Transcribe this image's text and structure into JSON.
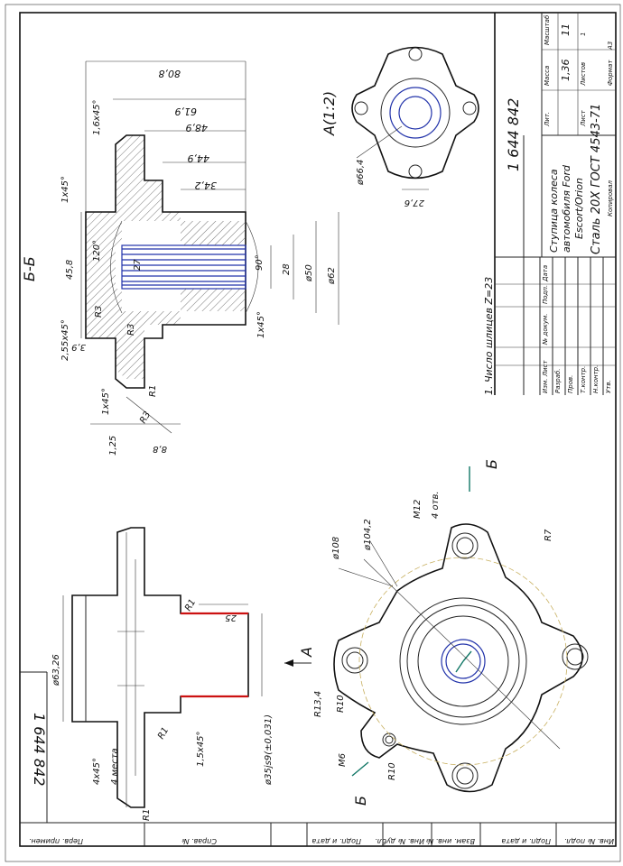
{
  "drawing_number": "1 644 842",
  "drawing_number_rotated": "1 644 842",
  "part_title": "Ступица колеса автомобиля Ford Escort/Orion",
  "part_title_line1": "Ступица колеса",
  "part_title_line2": "автомобиля Ford",
  "part_title_line3": "Escort/Orion",
  "material": "Сталь 20Х ГОСТ 4543-71",
  "title_block": {
    "lit_label": "Лит.",
    "mass_label": "Масса",
    "scale_label": "Масштаб",
    "mass_value": "1,36",
    "scale_value": "11",
    "sheet_label": "Лист",
    "sheets_label": "Листов",
    "sheets_value": "1",
    "copied_label": "Копировал",
    "format_label": "Формат",
    "format_value": "А3",
    "rows": [
      "Изм. Лист",
      "Разраб.",
      "Пров.",
      "Т.контр.",
      "Н.контр.",
      "Утв."
    ],
    "cols": [
      "№ докум.",
      "Подп.",
      "Дата"
    ]
  },
  "note": "1. Число шлицев Z=23",
  "views": {
    "section_label": "Б-Б",
    "detail_label": "А(1:2)",
    "arrow_a": "А",
    "arrow_b": "Б",
    "arrow_b_lower": "Б"
  },
  "dimensions": {
    "d808": "80,8",
    "d619": "61,9",
    "d489": "48,9",
    "d449": "44,9",
    "d342": "34,2",
    "d16x45": "1,6x45°",
    "d1x45_top": "1x45°",
    "d1x45_mid": "1x45°",
    "d1x45_low": "1x45°",
    "d255x45": "2,55x45°",
    "d458": "45,8",
    "a120": "120°",
    "d27": "27",
    "a90": "90°",
    "d28": "28",
    "phi50": "ø50",
    "phi62": "ø62",
    "r3a": "R3",
    "r3b": "R3",
    "r1": "R1",
    "r3c": "R3",
    "d39": "3,9",
    "d125": "1,25",
    "d88": "8,8",
    "phi664": "ø66,4",
    "d276": "27,6",
    "phi108": "ø108",
    "phi1042": "ø104,2",
    "m12": "M12",
    "holes4": "4 отв.",
    "r7": "R7",
    "r134": "R13,4",
    "r10a": "R10",
    "r10b": "R10",
    "m6": "M6",
    "phi6326": "ø63,26",
    "r1b": "R1",
    "d25": "25",
    "r1c": "R1",
    "d15x45": "1,5x45°",
    "phi35": "ø35js9(±0,031)",
    "d4x45": "4x45°",
    "places4": "4 места",
    "r1d": "R1"
  },
  "bottom_strip": [
    "Инв. № подл.",
    "Подп. и дата",
    "Взам. инв. №",
    "Инв. № дубл.",
    "Подп. и дата"
  ],
  "left_strip": [
    "Перв. примен.",
    "Справ. №"
  ]
}
